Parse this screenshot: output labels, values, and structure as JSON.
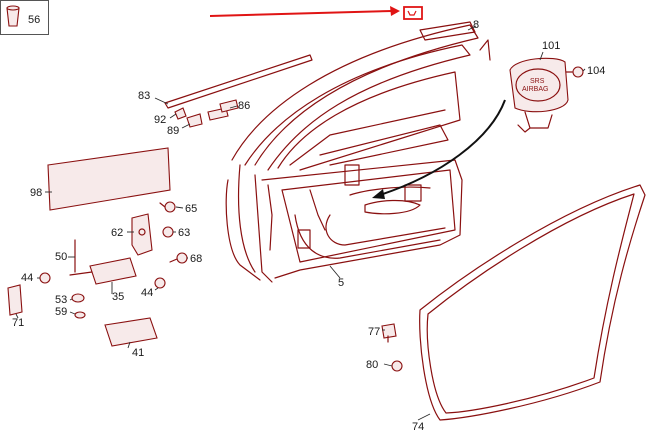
{
  "legend_box": {
    "number": "56"
  },
  "labels": {
    "p8": "8",
    "p101": "101",
    "p104": "104",
    "p83": "83",
    "p92": "92",
    "p89": "89",
    "p86": "86",
    "p98": "98",
    "p65": "65",
    "p62": "62",
    "p63": "63",
    "p68": "68",
    "p50": "50",
    "p44a": "44",
    "p44b": "44",
    "p35": "35",
    "p53": "53",
    "p59": "59",
    "p71": "71",
    "p41": "41",
    "p5": "5",
    "p77": "77",
    "p80": "80",
    "p74": "74"
  },
  "airbag_label": {
    "line1": "SRS",
    "line2": "AIRBAG"
  },
  "colors": {
    "parts": "#8a1010",
    "arrow": "#e01414",
    "marker": "#e01414"
  }
}
